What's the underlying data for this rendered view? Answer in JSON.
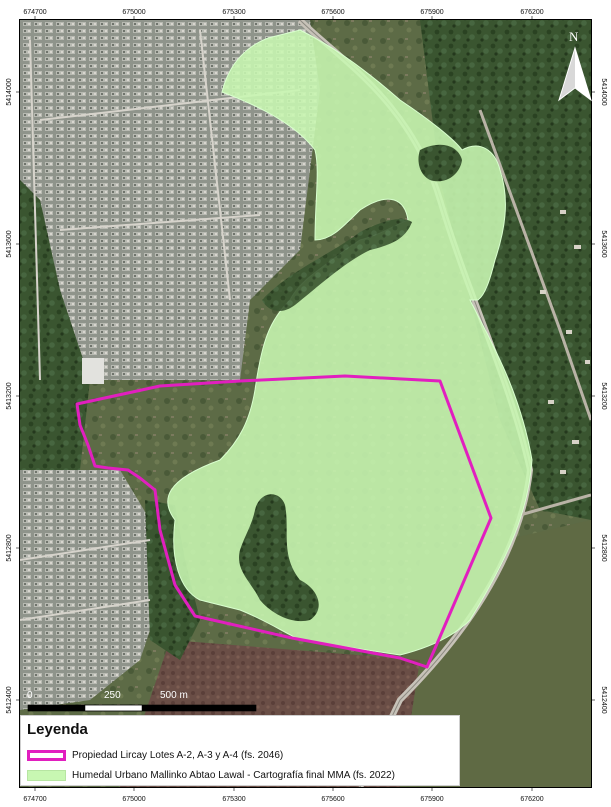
{
  "map": {
    "x_ticks": [
      "674700",
      "675000",
      "675300",
      "675600",
      "675900",
      "676200"
    ],
    "y_ticks": [
      "5414000",
      "5413600",
      "5413200",
      "5412800",
      "5412400"
    ],
    "north_label": "N",
    "scale_bar": {
      "label_0": "0",
      "label_mid": "250",
      "label_end": "500 m"
    }
  },
  "legend": {
    "title": "Leyenda",
    "items": [
      {
        "label": "Propiedad Lircay Lotes A-2, A-3 y A-4 (fs. 2046)",
        "color": "#e11fbf"
      },
      {
        "label": "Humedal Urbano Mallinko Abtao Lawal - Cartografía final MMA (fs. 2022)",
        "color": "#c8f7b2"
      }
    ]
  },
  "colors": {
    "urban": "#8a8f86",
    "vegetation": "#35502d",
    "wetland_fill": "#c8f7b2",
    "property_outline": "#e11fbf",
    "road": "#c4c0b8"
  }
}
